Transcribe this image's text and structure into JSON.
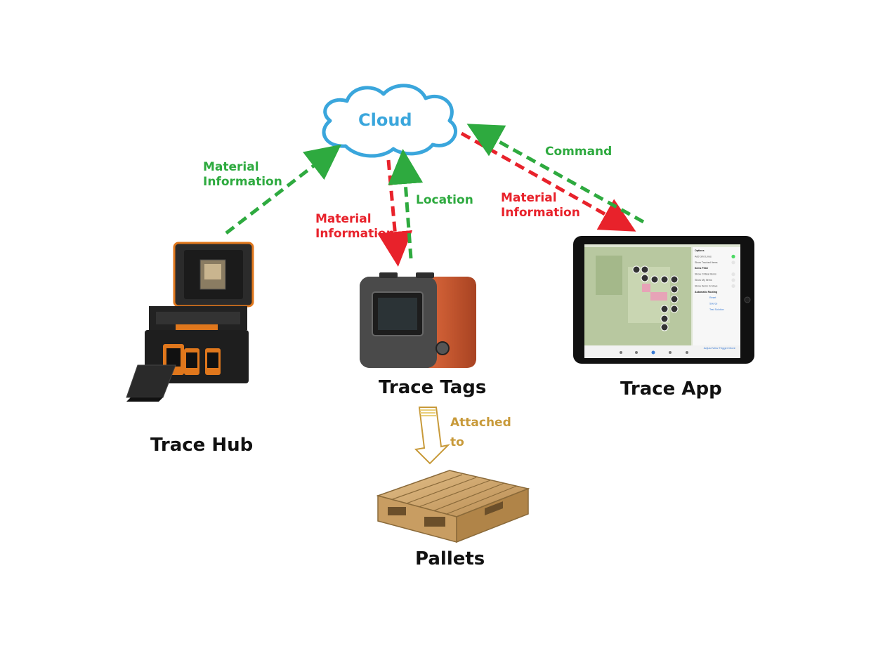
{
  "nodes": {
    "cloud": "Cloud",
    "hub": "Trace Hub",
    "tags": "Trace Tags",
    "app": "Trace App",
    "pallets": "Pallets"
  },
  "edges": {
    "hub_to_cloud": "Material\nInformation",
    "cloud_to_tags": "Material\nInformation",
    "tags_to_cloud": "Location",
    "cloud_to_app": "Material\nInformation",
    "app_to_cloud": "Command",
    "tags_to_pallets": "Attached\nto"
  },
  "colors": {
    "green": "#2eaa3f",
    "red": "#e8222b",
    "cloud_blue": "#3aa6dc",
    "attach_gold": "#c89a3a"
  },
  "app_screen": {
    "panel_items": [
      "Options",
      "Add Grid Lines",
      "Show Tracked Items",
      "Items Filter",
      "Show Critical Items",
      "Show My Items",
      "Show Items In Move",
      "Automatic Routing",
      "Reset",
      "Source",
      "Test Solution"
    ],
    "footer": "Adjust View  Trigger Move"
  }
}
